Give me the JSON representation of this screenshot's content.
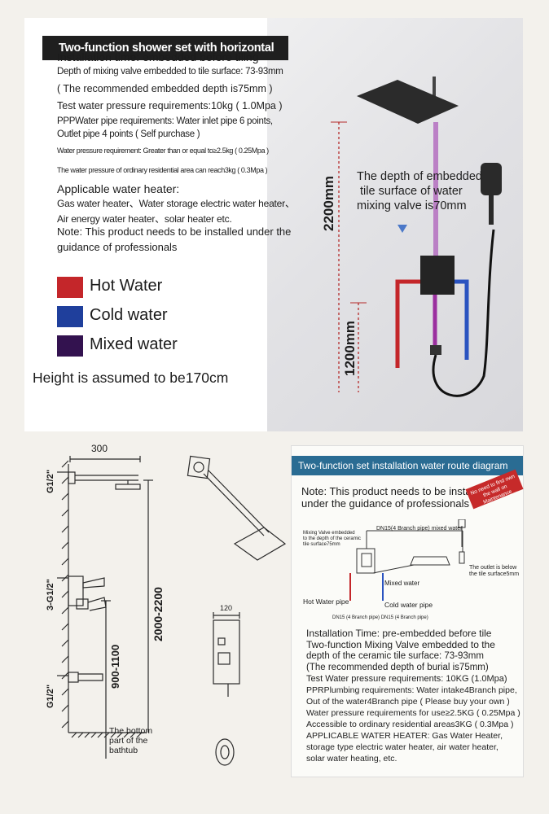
{
  "top": {
    "title": "Two-function shower set with horizontal tube",
    "lines": [
      "Installation time: embedded before tiling",
      "Depth of mixing valve embedded to tile surface: 73-93mm",
      "( The recommended embedded depth is75mm )",
      "Test water pressure requirements:10kg ( 1.0Mpa )",
      "PPPWater pipe requirements: Water inlet pipe 6 points,",
      "Outlet pipe 4 points ( Self purchase )",
      "Water pressure requirement: Greater than or equal to≥2.5kg ( 0.25Mpa )",
      "The water pressure of ordinary residential area can reach3kg ( 0.3Mpa )",
      "Applicable water heater:",
      "Gas water heater、Water storage electric water heater、",
      "Air energy water heater、solar heater etc.",
      "Note: This product needs to be installed under the",
      "guidance of professionals"
    ],
    "legend": [
      {
        "label": "Hot Water",
        "color": "#c4262a"
      },
      {
        "label": "Cold water",
        "color": "#1f3f9c"
      },
      {
        "label": "Mixed water",
        "color": "#33124f"
      }
    ],
    "height_note": "Height is assumed to be170cm",
    "photo": {
      "depth_note": [
        "The depth of embedded",
        "tile surface of water",
        "mixing valve is70mm"
      ],
      "dim_upper": "2200mm",
      "dim_lower": "1200mm"
    }
  },
  "drawing": {
    "dim_300": "300",
    "g_top": "G1/2\"",
    "g_mid": "3-G1/2\"",
    "g_bottom": "G1/2\"",
    "dim_range_a": "2000-2200",
    "dim_range_b": "900-1100",
    "dim_120": "120",
    "bathtub_note": [
      "The bottom",
      "part of the",
      "bathtub"
    ]
  },
  "route": {
    "title": "Two-function set installation water route diagram",
    "note": [
      "Note: This product needs to be installed",
      "under the guidance of professionals"
    ],
    "stamp": [
      "No need to find own",
      "the wall on Maintenance"
    ],
    "diagram_labels": {
      "valve_note": [
        "Mixing Valve embedded",
        "to the depth of the ceramic",
        "tile surface75mm"
      ],
      "dn15_mixed": "DN15(4 Branch pipe) mixed water",
      "outlet_note": [
        "The outlet is below",
        "the tile surface5mm"
      ],
      "mixed": "Mixed water",
      "hot": "Hot Water pipe",
      "cold": "Cold water pipe",
      "dn15_bottom": "DN15 (4 Branch pipe)   DN15 (4 Branch pipe)"
    },
    "body": [
      "Installation Time: pre-embedded before tile",
      "Two-function Mixing Valve embedded to the",
      "depth of the ceramic tile surface: 73-93mm",
      "(The recommended depth of burial is75mm)",
      "Test Water pressure requirements: 10KG (1.0Mpa)",
      "PPRPlumbing requirements: Water intake4Branch pipe,",
      "Out of the water4Branch pipe ( Please buy your own )",
      "Water pressure requirements for use≥2.5KG ( 0.25Mpa )",
      "Accessible to ordinary residential areas3KG ( 0.3Mpa )",
      "APPLICABLE WATER HEATER: Gas Water Heater,",
      "storage type electric water heater, air water heater,",
      "solar water heating, etc."
    ]
  }
}
